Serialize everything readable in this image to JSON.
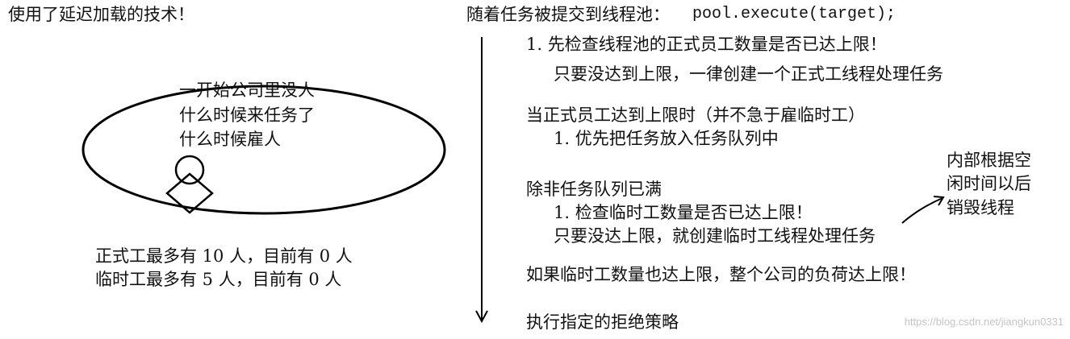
{
  "left": {
    "title": "使用了延迟加载的技术！",
    "ellipse_lines": [
      "一开始公司里没人",
      "什么时候来任务了",
      "什么时候雇人"
    ],
    "capacity_lines": [
      "正式工最多有 10 人，目前有 0 人",
      "临时工最多有 5 人，目前有 0 人"
    ]
  },
  "right": {
    "heading_label": "随着任务被提交到线程池：",
    "heading_code": "pool.execute(target);",
    "steps": [
      "1. 先检查线程池的正式员工数量是否已达上限！",
      "只要没达到上限，一律创建一个正式工线程处理任务",
      "当正式员工达到上限时（并不急于雇临时工）",
      "1. 优先把任务放入任务队列中",
      "除非任务队列已满",
      "1. 检查临时工数量是否已达上限！",
      "只要没达上限，就创建临时工线程处理任务",
      "如果临时工数量也达上限，整个公司的负荷达上限！",
      "执行指定的拒绝策略"
    ]
  },
  "note": {
    "lines": [
      "内部根据空",
      "闲时间以后",
      "销毁线程"
    ]
  },
  "watermark": "https://blog.csdn.net/jiangkun0331"
}
